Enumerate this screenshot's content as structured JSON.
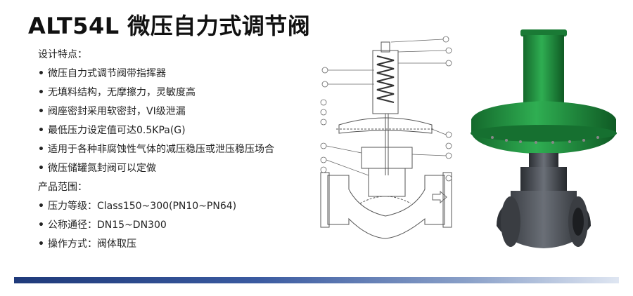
{
  "title": "ALT54L 微压自力式调节阀",
  "features": {
    "heading": "设计特点：",
    "items": [
      "微压自力式调节阀带指挥器",
      "无填料结构，无摩擦力，灵敏度高",
      "阀座密封采用软密封，VI级泄漏",
      "最低压力设定值可达0.5KPa(G)",
      "适用于各种非腐蚀性气体的减压稳压或泄压稳压场合",
      "微压储罐氮封阀可以定做"
    ]
  },
  "range": {
    "heading": "产品范围：",
    "items": [
      "压力等级：Class150~300(PN10~PN64)",
      "公称通径：DN15~DN300",
      "操作方式：阀体取压"
    ]
  },
  "bullet": "•",
  "colors": {
    "actuator_green": "#1f8a3c",
    "body_gray": "#4a4e55",
    "bar_dark": "#1f3a7a"
  },
  "icons": [
    "arrow-right-icon"
  ]
}
